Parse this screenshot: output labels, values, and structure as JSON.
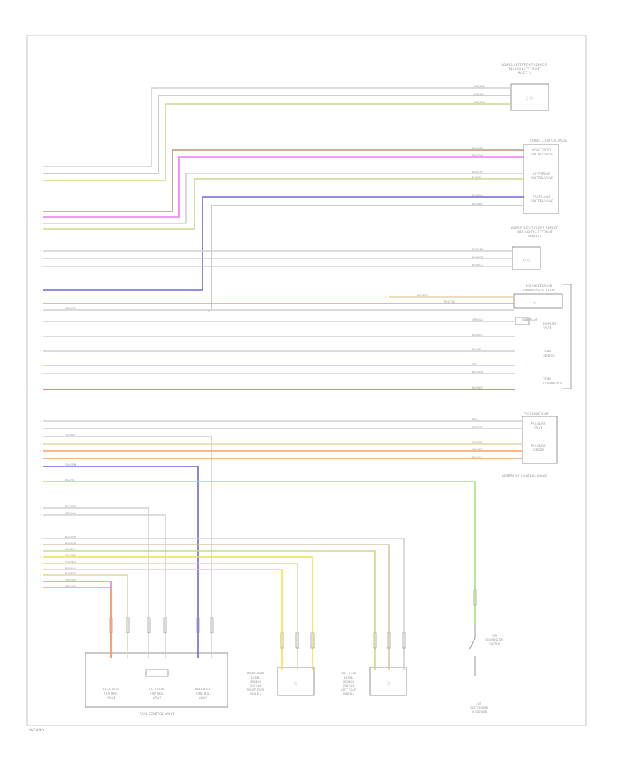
{
  "diagram": {
    "footer_code": "W7890",
    "colors": {
      "frame": "#cfcfcf",
      "box": "#8a8a8a",
      "text": "#a0a0a0",
      "white": "#dcdcdc",
      "gray": "#bdbdbd",
      "pink": "#f07af0",
      "violet": "#6a6ad8",
      "orange": "#f5a05a",
      "red": "#e05a5a",
      "yellow_green": "#cfd98a",
      "yellow": "#f1e24a",
      "light_yellow": "#f2ea9a",
      "green": "#a8e07a",
      "beige": "#d9c7a8",
      "brown": "#c49070",
      "dark_gray": "#909090"
    },
    "components": {
      "lower_left_front": [
        "LOWER LEFT FRONT SENSOR",
        "(BEHIND LEFT FRONT",
        "WHEEL)"
      ],
      "front_control": [
        "FRONT CONTROL VALVE"
      ],
      "right_front": [
        "RIGHT FRONT",
        "CONTROL VALVE"
      ],
      "left_front": [
        "LEFT FRONT",
        "CONTROL VALVE"
      ],
      "front_axle": [
        "FRONT AXLE",
        "CONTROL VALVE"
      ],
      "lower_right_front": [
        "LOWER RIGHT FRONT SENSOR",
        "(BEHIND RIGHT FRONT",
        "WHEEL)"
      ],
      "air_suspension": [
        "AIR SUSPENSION",
        "COMPRESSOR RELAY"
      ],
      "sub_relay": [
        "SUB RELAY"
      ],
      "exhaust_valve": [
        "EXHAUST",
        "VALVE"
      ],
      "temp_sensor": [
        "TEMP",
        "SENSOR"
      ],
      "temp_compressor": [
        "TEMP",
        "COMPRESSOR"
      ],
      "pressure_unit": [
        "PRESSURE UNIT"
      ],
      "pressure_valve": [
        "PRESSURE",
        "VALVE"
      ],
      "pressure_sensor": [
        "PRESSURE",
        "SENSOR"
      ],
      "reservoir_valve": [
        "RESERVOIR CONTROL VALVE"
      ],
      "rear_control_valve": [
        "REAR CONTROL VALVE"
      ],
      "right_rear_cv": [
        "RIGHT REAR",
        "CONTROL",
        "VALVE"
      ],
      "left_rear_cv": [
        "LEFT REAR",
        "CONTROL",
        "VALVE"
      ],
      "rear_axle_cv": [
        "REAR AXLE",
        "CONTROL",
        "VALVE"
      ],
      "right_rear_sensor": [
        "RIGHT REAR",
        "LEVEL",
        "SENSOR",
        "(BEHIND",
        "RIGHT REAR",
        "WHEEL)"
      ],
      "left_rear_sensor": [
        "LEFT REAR",
        "LEVEL",
        "SENSOR",
        "(BEHIND",
        "LEFT REAR",
        "WHEEL)"
      ],
      "switch": [
        "AIR",
        "SUSPENSION",
        "SWITCH"
      ],
      "lift": [
        "AIR",
        "SUSPENSION",
        "RESERVOIR"
      ]
    },
    "wire_labels": {
      "w1": "WHT/BLK",
      "w2": "BRN/YEL",
      "w3": "WHT/GRN",
      "w4": "BLU/GRN",
      "w5": "BLU/PNK",
      "w6": "BLU/GRY",
      "w7": "BLU/YEL",
      "w8": "BLU/VIO",
      "w9": "BLU/WHT",
      "w10": "BLU/GRY",
      "w11": "BLU/BRN",
      "w12": "BLU/BLU",
      "w13": "RED/YEL",
      "w14": "BLK/WHT",
      "w15": "GRY/GRN",
      "w16": "GRY/BLU",
      "w17": "BLU/BLK",
      "w18": "BLK/YEL",
      "w19": "GRY",
      "w20": "BLK/RED",
      "w21": "BLU/WHT",
      "w22": "BRN",
      "w23": "BLU/GRY",
      "w24": "YEL/BLU",
      "w25": "YEL/GRY",
      "w26": "YEL/RED",
      "w27": "BLU/VIO",
      "w28": "YEL/GRN",
      "w29": "BLK/YEL",
      "w30": "BLK/GRY",
      "w31": "GRY/BLU",
      "w32": "BLK/GRN",
      "w33": "BLK/BRN",
      "w34": "YEL/BLU",
      "w35": "YEL/GRY",
      "w36": "YEL/RED",
      "w37": "BLU/BLK",
      "w38": "BLU/RED",
      "w39": "GRY/GRN"
    }
  }
}
